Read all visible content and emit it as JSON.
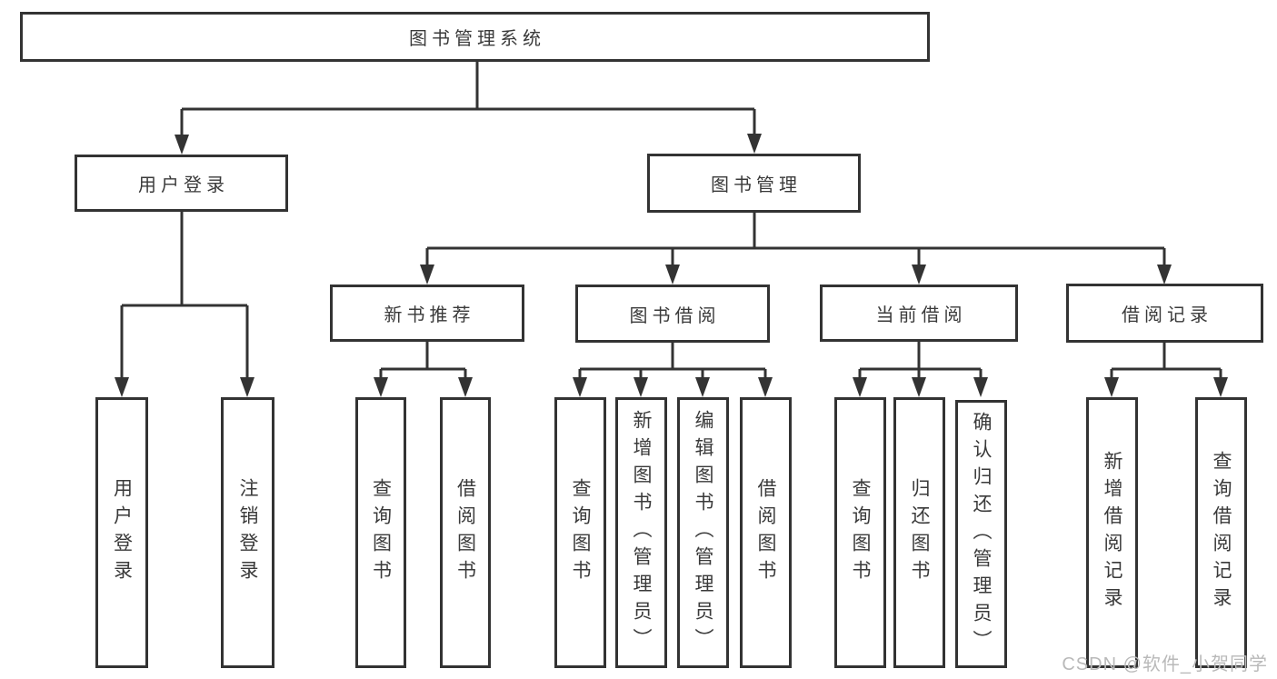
{
  "colors": {
    "line": "#333333",
    "text": "#3a3a3a",
    "background": "#ffffff",
    "watermark": "#b9b9b9"
  },
  "watermark": {
    "text": "CSDN @软件_小贺同学"
  },
  "tree": {
    "label": "图书管理系统",
    "children": [
      {
        "label": "用户登录",
        "children": [
          {
            "label": "用户登录"
          },
          {
            "label": "注销登录"
          }
        ]
      },
      {
        "label": "图书管理",
        "children": [
          {
            "label": "新书推荐",
            "children": [
              {
                "label": "查询图书"
              },
              {
                "label": "借阅图书"
              }
            ]
          },
          {
            "label": "图书借阅",
            "children": [
              {
                "label": "查询图书"
              },
              {
                "label": "新增图书（管理员）"
              },
              {
                "label": "编辑图书（管理员）"
              },
              {
                "label": "借阅图书"
              }
            ]
          },
          {
            "label": "当前借阅",
            "children": [
              {
                "label": "查询图书"
              },
              {
                "label": "归还图书"
              },
              {
                "label": "确认归还（管理员）"
              }
            ]
          },
          {
            "label": "借阅记录",
            "children": [
              {
                "label": "新增借阅记录"
              },
              {
                "label": "查询借阅记录"
              }
            ]
          }
        ]
      }
    ]
  }
}
